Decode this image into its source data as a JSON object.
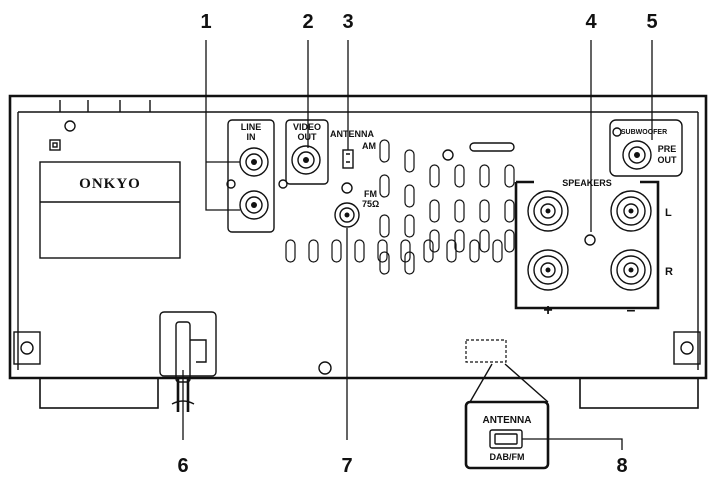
{
  "diagram": {
    "brand": "ONKYO",
    "panel_labels": {
      "line_in_top": "LINE",
      "line_in_bottom": "IN",
      "video_top": "VIDEO",
      "video_bottom": "OUT",
      "antenna": "ANTENNA",
      "am": "AM",
      "fm": "FM",
      "fm_ohm": "75Ω",
      "subwoofer": "SUBWOOFER",
      "pre": "PRE",
      "out": "OUT",
      "speakers": "SPEAKERS",
      "left": "L",
      "right": "R",
      "plus": "+",
      "minus": "–"
    },
    "inset": {
      "antenna": "ANTENNA",
      "dab_fm": "DAB/FM"
    },
    "callouts": [
      "1",
      "2",
      "3",
      "4",
      "5",
      "6",
      "7",
      "8"
    ]
  }
}
